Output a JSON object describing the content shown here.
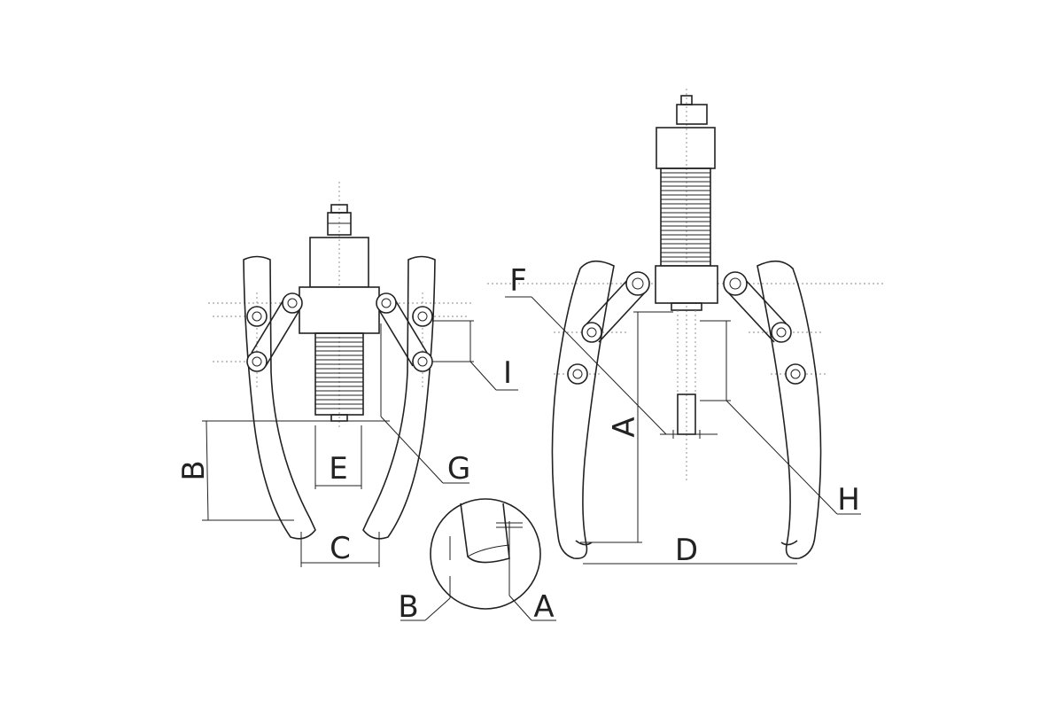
{
  "diagram": {
    "labels": {
      "A_main": "A",
      "B_main": "B",
      "C": "C",
      "D": "D",
      "E": "E",
      "F": "F",
      "G": "G",
      "H": "H",
      "I": "I",
      "A_detail": "A",
      "B_detail": "B"
    },
    "colors": {
      "line": "#222222",
      "centerline": "#888888",
      "background": "#ffffff"
    }
  }
}
